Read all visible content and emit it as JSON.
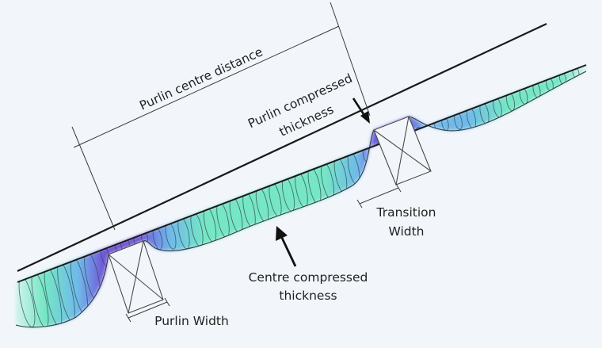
{
  "labels": {
    "purlin_centre_distance": "Purlin centre distance",
    "purlin_compressed_line1": "Purlin compressed",
    "purlin_compressed_line2": "thickness",
    "transition_line1": "Transition",
    "transition_line2": "Width",
    "centre_compressed_line1": "Centre compressed",
    "centre_compressed_line2": "thickness",
    "purlin_width": "Purlin Width"
  },
  "colors": {
    "background": "#f2f6fb",
    "insulation_main": "#6fe6c2",
    "insulation_mid": "#6ab6ea",
    "insulation_compressed": "#6a4bd6",
    "line": "#1a1a1a",
    "dimension_line": "#3a3a3a"
  },
  "icons": {
    "purlin_cross": "x-box",
    "pointer": "arrow"
  }
}
